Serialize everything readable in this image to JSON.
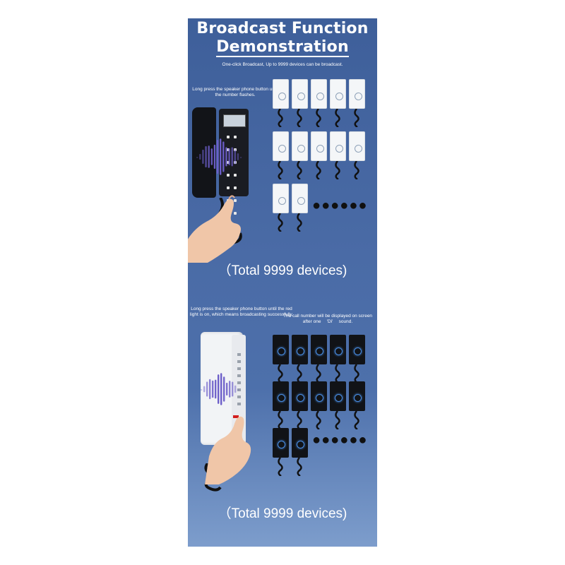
{
  "header": {
    "title_line1": "Broadcast Function",
    "title_line2": "Demonstration",
    "subtitle": "One-click Broadcast, Up to 9999 devices can be broadcast."
  },
  "section1": {
    "caption": "Long press the speaker phone button until the number flashes.",
    "total": "（Total 9999 devices)"
  },
  "section2": {
    "caption_left": "Long press the speaker phone button until the red light is on, which means broadcasting successfully.",
    "caption_right": "The call number will be displayed on screen after one 　'Di'　 sound.",
    "total": "（Total 9999 devices)"
  },
  "colors": {
    "panel_top": "#3e5f9a",
    "panel_bottom": "#7d9dcc",
    "wave_purple": "#6c5ec9",
    "indicator_blue": "#4a90e8"
  },
  "icons": {
    "broadcast_wave": "sound-wave-icon",
    "ellipsis": "more-dots-icon"
  }
}
